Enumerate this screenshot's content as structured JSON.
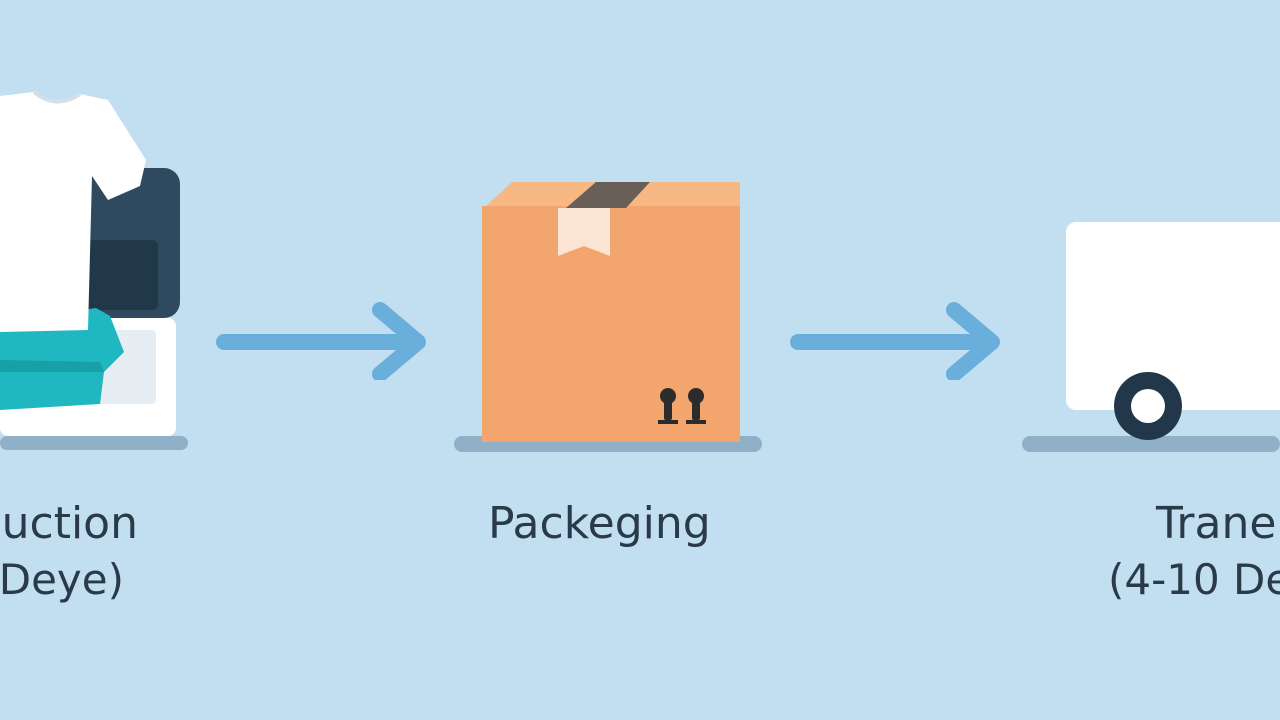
{
  "colors": {
    "background": "#c2dff1",
    "arrow": "#6aaedc",
    "ground": "#8fb0c6",
    "box": "#f2a56c",
    "box_top": "#f7b884",
    "tape": "#6a5e58",
    "tag": "#fbe4d4",
    "shirt": "#ffffff",
    "fabric": "#1fb8c0",
    "machine": "#2f4a5e",
    "text": "#2a3a48"
  },
  "steps": [
    {
      "label": "uction",
      "sublabel": "(Deye)",
      "icon": "production-icon"
    },
    {
      "label": "Packeging",
      "sublabel": "",
      "icon": "package-box-icon"
    },
    {
      "label": "Trane",
      "sublabel": "(4-10 De",
      "icon": "delivery-truck-icon"
    }
  ],
  "connectors": [
    {
      "icon": "arrow-right-icon"
    },
    {
      "icon": "arrow-right-icon"
    }
  ]
}
